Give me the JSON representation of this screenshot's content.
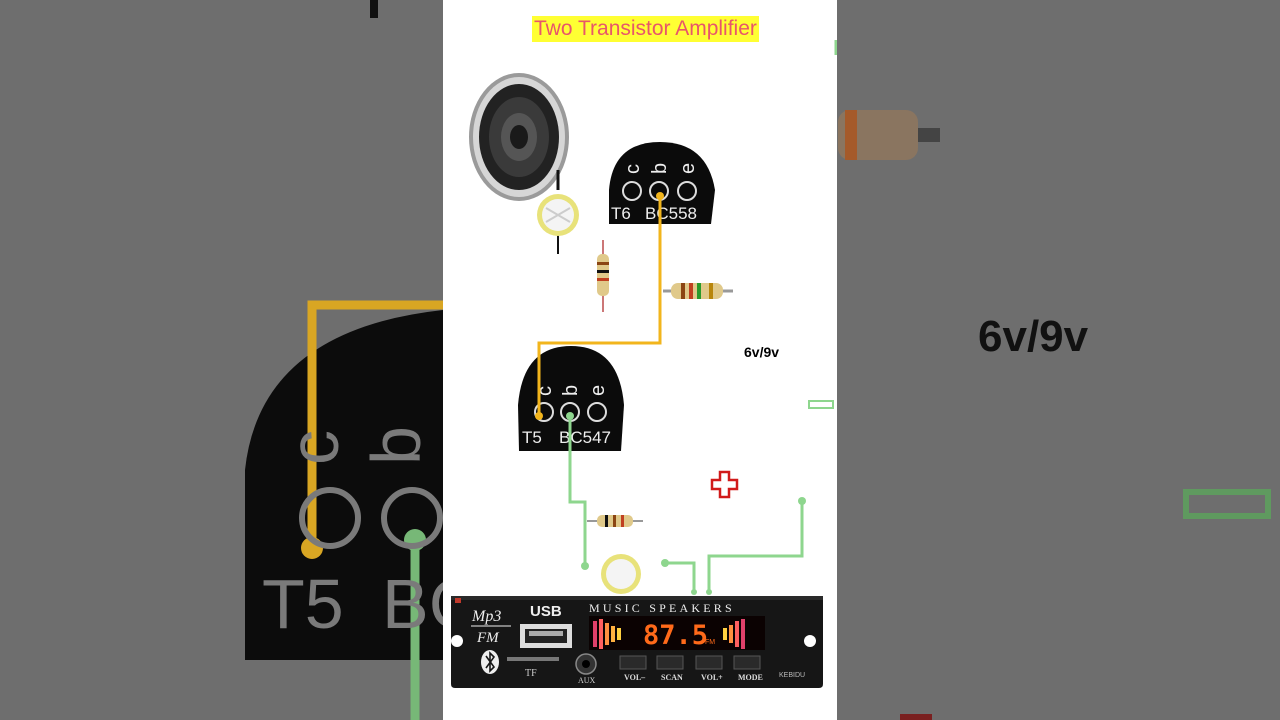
{
  "title": "Two Transistor Amplifier",
  "supply_label": "6v/9v",
  "background_zoom": {
    "supply_label": "6v/9v",
    "transistor_pins": [
      "c",
      "b"
    ],
    "transistor_label": "T5",
    "transistor_part": "BC"
  },
  "transistors": [
    {
      "label": "T6",
      "part": "BC558",
      "pins": [
        "c",
        "b",
        "e"
      ]
    },
    {
      "label": "T5",
      "part": "BC547",
      "pins": [
        "c",
        "b",
        "e"
      ]
    }
  ],
  "module": {
    "brand_line1": "Mp3",
    "brand_line2": "FM",
    "usb_label": "USB",
    "heading": "MUSIC SPEAKERS",
    "display_value": "87.5",
    "display_unit": "FM",
    "tf_label": "TF",
    "aux_label": "AUX",
    "buttons": [
      "VOL–",
      "SCAN",
      "VOL+",
      "MODE"
    ],
    "maker": "KEBIDU"
  },
  "colors": {
    "title_bg": "#ffff33",
    "title_text": "#e8566a",
    "wire_collector": "#f2b51c",
    "wire_base": "#8ed68e",
    "plus_sign": "#d11a1a",
    "display_digits": "#ff6a1a"
  },
  "icons": [
    "speaker-icon",
    "capacitor-icon",
    "resistor-icon",
    "bluetooth-icon",
    "usb-port-icon",
    "plus-icon"
  ]
}
